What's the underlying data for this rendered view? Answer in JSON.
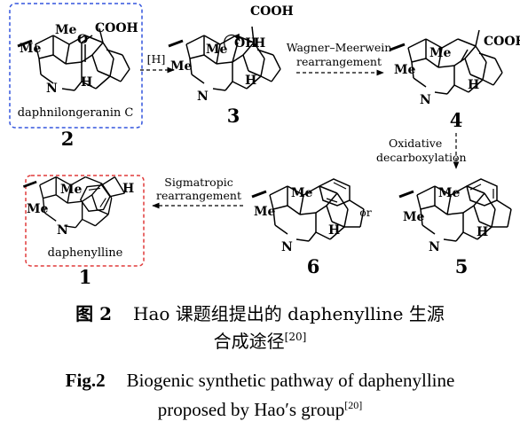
{
  "compounds": [
    {
      "number": "2",
      "name": "daphnilongeranin C"
    },
    {
      "number": "3",
      "name": ""
    },
    {
      "number": "4",
      "name": ""
    },
    {
      "number": "5",
      "name": ""
    },
    {
      "number": "6",
      "name": ""
    },
    {
      "number": "1",
      "name": "daphenylline"
    }
  ],
  "atoms": {
    "me": "Me",
    "n": "N",
    "h": "H",
    "o": "O",
    "oh": "OH",
    "cooh": "COOH"
  },
  "arrows": {
    "reduction": "[H]",
    "wm_line1": "Wagner–Meerwein",
    "wm_line2": "rearrangement",
    "ox_line1": "Oxidative",
    "ox_line2": "decarboxylation",
    "sig_line1": "Sigmatropic",
    "sig_line2": "rearrangement",
    "or": "or"
  },
  "caption": {
    "cn_fig": "图 2",
    "cn_line1": "Hao 课题组提出的 daphenylline 生源",
    "cn_line2": "合成途径",
    "en_fig": "Fig.2",
    "en_line1": "Biogenic synthetic pathway of daphenylline",
    "en_line2": "proposed by Hao′s group",
    "ref": "[20]"
  },
  "colors": {
    "box_blue": "#3355dd",
    "box_red": "#e03a3a",
    "ink": "#000000"
  }
}
